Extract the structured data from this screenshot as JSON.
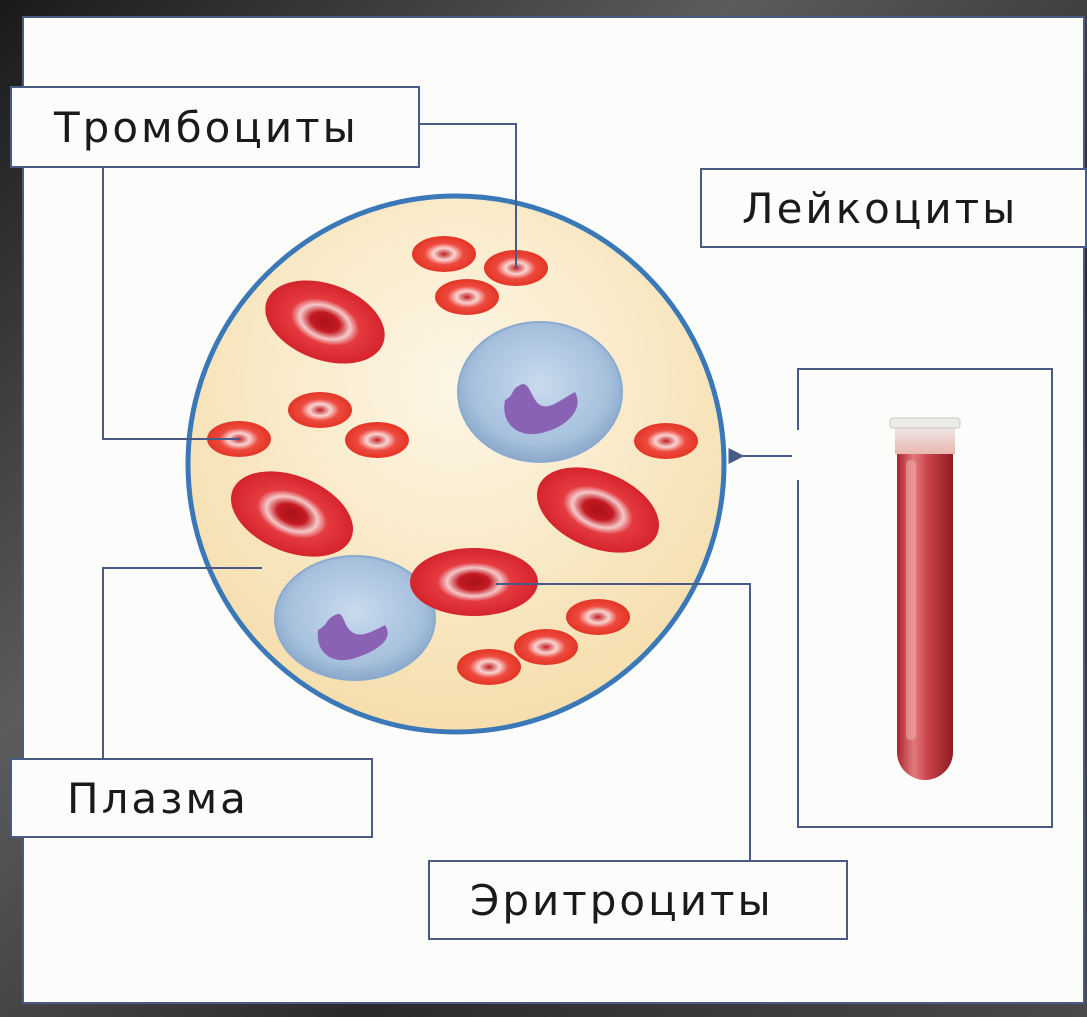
{
  "labels": {
    "platelets": "Тромбоциты",
    "leukocytes": "Лейкоциты",
    "plasma": "Плазма",
    "erythrocytes": "Эритроциты"
  },
  "colors": {
    "line": "#4a5a86",
    "circle_border": "#3a78b8",
    "plasma": "#f7e3b6",
    "red_cell": "#d9242a",
    "leukocyte": "#a9c3dd",
    "nucleus": "#8a62b5",
    "tube_blood": "#c9444a"
  }
}
